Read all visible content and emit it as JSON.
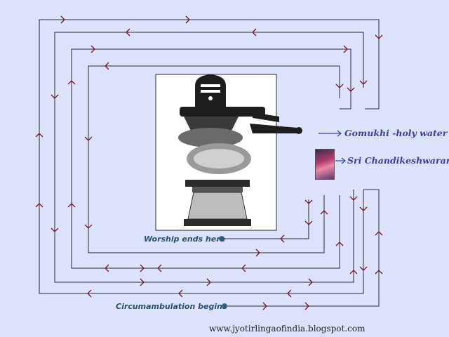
{
  "labels": {
    "gomukhi": "Gomukhi -holy water",
    "chandikeshwarar": "Sri Chandikeshwarar",
    "worship_ends": "Worship ends here",
    "circumambulation_begins": "Circumambulation begins",
    "website": "www.jyotirlingaofindia.blogspot.com"
  },
  "colors": {
    "background": "#dde3fa",
    "path_line": "#2b2b2b",
    "arrow": "#7a1030",
    "label_blue": "#3b3fa6",
    "marker_dot": "#3f6f8f",
    "sanctum_fill": "#ffffff",
    "idol_dark": "#1e1e1e"
  },
  "icons": {
    "gomukhi_arrow": "right-arrow",
    "chandikeshwarar_arrow": "right-arrow",
    "worship_end_marker": "dot",
    "circumambulation_start_marker": "dot",
    "chandikeshwarar_image": "deity-thumbnail"
  }
}
